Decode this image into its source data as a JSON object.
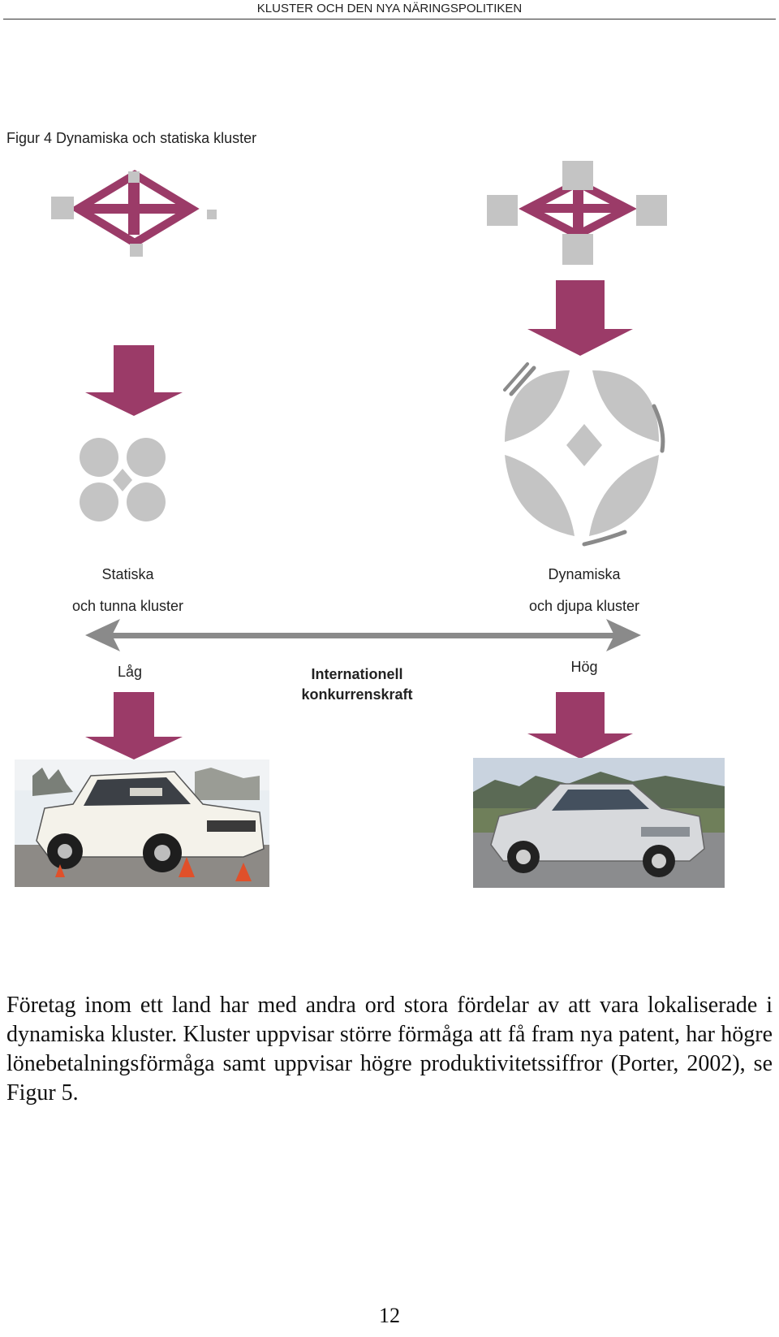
{
  "header": {
    "running_title": "KLUSTER OCH DEN NYA NÄRINGSPOLITIKEN"
  },
  "figure": {
    "caption": "Figur 4 Dynamiska och statiska kluster",
    "left_label_line1": "Statiska",
    "left_label_line2": "och tunna kluster",
    "right_label_line1": "Dynamiska",
    "right_label_line2": "och djupa kluster",
    "scale_low": "Låg",
    "scale_high": "Hög",
    "axis_title_line1": "Internationell",
    "axis_title_line2": "konkurrenskraft",
    "colors": {
      "accent": "#9b3b68",
      "shape_gray": "#c4c4c4",
      "arrow_gray": "#8a8a8a"
    }
  },
  "body": {
    "paragraph": "Företag inom ett land har med andra ord stora fördelar av att vara lokaliserade i dynamiska kluster. Kluster uppvisar större förmåga att få fram nya patent, har högre lönebetalningsförmåga samt uppvisar högre produktivitetssiffror (Porter, 2002), se Figur 5."
  },
  "page_number": "12"
}
